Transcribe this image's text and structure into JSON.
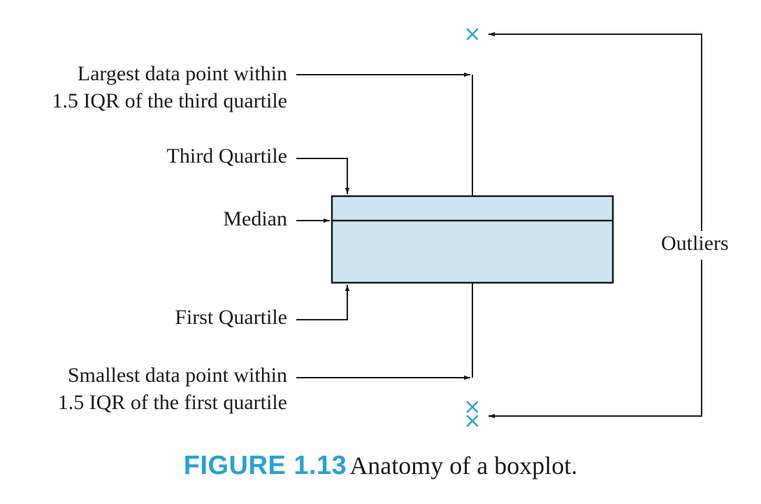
{
  "labels": {
    "largest_line1": "Largest data point within",
    "largest_line2": "1.5 IQR of the third quartile",
    "third_quartile": "Third Quartile",
    "median": "Median",
    "first_quartile": "First Quartile",
    "smallest_line1": "Smallest data point within",
    "smallest_line2": "1.5 IQR of the first quartile",
    "outliers": "Outliers"
  },
  "caption": {
    "figure_number": "FIGURE 1.13",
    "text": "Anatomy of a boxplot."
  },
  "colors": {
    "box_fill": "#cde5ef",
    "outlier_marker": "#2aa0d4",
    "line": "#1a1a1a",
    "figure_number": "#2aa0d4"
  },
  "markers": {
    "outlier_symbol": "x"
  }
}
